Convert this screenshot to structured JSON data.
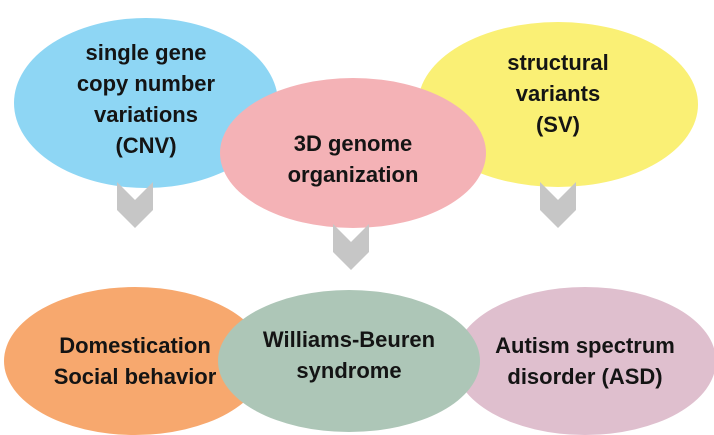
{
  "nodes": {
    "cnv": {
      "label": "single gene\ncopy number\nvariations\n(CNV)",
      "color": "#8ed6f4"
    },
    "sv": {
      "label": "structural\nvariants\n(SV)",
      "color": "#faf075"
    },
    "genome": {
      "label": "3D genome\norganization",
      "color": "#f4b2b6"
    },
    "domestication": {
      "label": "Domestication\nSocial behavior",
      "color": "#f7a86e"
    },
    "williams": {
      "label": "Williams-Beuren\nsyndrome",
      "color": "#adc6b7"
    },
    "asd": {
      "label": "Autism spectrum\ndisorder (ASD)",
      "color": "#dfbfce"
    }
  },
  "arrow_color": "#c6c6c6",
  "edges": [
    {
      "from": "cnv",
      "to": "domestication"
    },
    {
      "from": "genome",
      "to": "williams"
    },
    {
      "from": "sv",
      "to": "asd"
    }
  ]
}
